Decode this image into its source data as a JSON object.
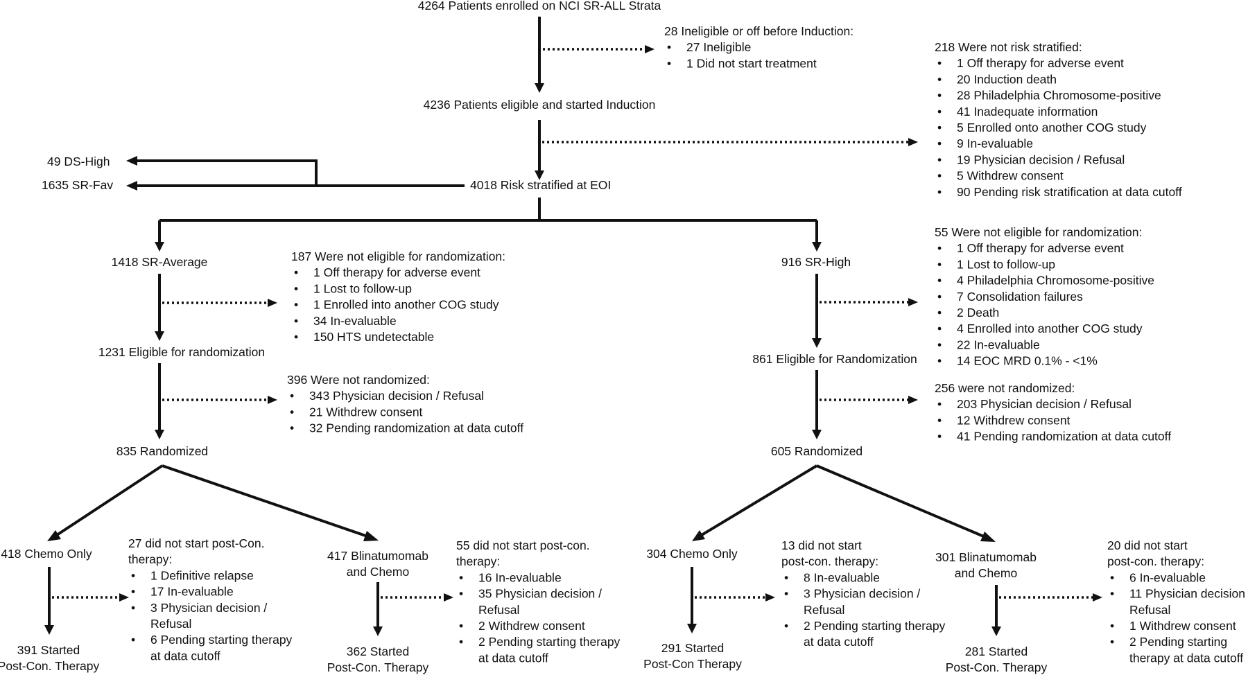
{
  "enrolled": "4264 Patients enrolled on NCI SR-ALL Strata",
  "ineligible_box": {
    "title": "28 Ineligible or off before Induction:",
    "items": [
      "27 Ineligible",
      "1 Did not start treatment"
    ]
  },
  "eligible_induction": "4236 Patients eligible and started Induction",
  "not_stratified_box": {
    "title": "218 Were not risk stratified:",
    "items": [
      "1 Off therapy for adverse event",
      "20 Induction death",
      "28 Philadelphia Chromosome-positive",
      "41 Inadequate information",
      "5 Enrolled onto another COG study",
      "9 In-evaluable",
      "19 Physician decision / Refusal",
      "5 Withdrew consent",
      "90 Pending risk stratification at data cutoff"
    ]
  },
  "ds_high": "49 DS-High",
  "sr_fav": "1635 SR-Fav",
  "risk_stratified": "4018 Risk stratified at EOI",
  "left_arm": {
    "sr_average": "1418 SR-Average",
    "not_eligible_box": {
      "title": "187 Were not eligible for randomization:",
      "items": [
        "1 Off therapy for adverse event",
        "1 Lost to follow-up",
        "1 Enrolled into another COG study",
        "34 In-evaluable",
        "150 HTS undetectable"
      ]
    },
    "eligible": "1231 Eligible for randomization",
    "not_randomized_box": {
      "title": "396 Were not randomized:",
      "items": [
        "343 Physician decision / Refusal",
        "21 Withdrew consent",
        "32 Pending randomization at data cutoff"
      ]
    },
    "randomized": "835 Randomized",
    "chemo_only": "418 Chemo Only",
    "chemo_not_started": {
      "title_lines": [
        "27 did not start post-Con.",
        "therapy:"
      ],
      "items": [
        [
          "1 Definitive relapse"
        ],
        [
          "17 In-evaluable"
        ],
        [
          "3 Physician decision /",
          "Refusal"
        ],
        [
          "6 Pending starting therapy",
          "at data cutoff"
        ]
      ]
    },
    "chemo_started": [
      "391 Started",
      "Post-Con. Therapy"
    ],
    "blina": [
      "417 Blinatumomab",
      "and Chemo"
    ],
    "blina_not_started": {
      "title_lines": [
        "55 did not start post-con.",
        "therapy:"
      ],
      "items": [
        [
          "16 In-evaluable"
        ],
        [
          "35 Physician decision /",
          "Refusal"
        ],
        [
          "2 Withdrew consent"
        ],
        [
          "2 Pending starting therapy",
          "at data cutoff"
        ]
      ]
    },
    "blina_started": [
      "362 Started",
      "Post-Con. Therapy"
    ]
  },
  "right_arm": {
    "sr_high": "916 SR-High",
    "not_eligible_box": {
      "title": "55 Were not eligible for randomization:",
      "items": [
        "1 Off therapy for adverse event",
        "1 Lost to follow-up",
        "4 Philadelphia Chromosome-positive",
        "7 Consolidation failures",
        "2 Death",
        "4 Enrolled into another COG study",
        "22 In-evaluable",
        "14 EOC MRD 0.1% - <1%"
      ]
    },
    "eligible": "861 Eligible for Randomization",
    "not_randomized_box": {
      "title": "256 were not randomized:",
      "items": [
        "203 Physician decision / Refusal",
        "12 Withdrew consent",
        "41 Pending randomization at data cutoff"
      ]
    },
    "randomized": "605 Randomized",
    "chemo_only": "304 Chemo Only",
    "chemo_not_started": {
      "title_lines": [
        "13 did not start",
        "post-con. therapy:"
      ],
      "items": [
        [
          "8 In-evaluable"
        ],
        [
          "3 Physician decision /",
          "Refusal"
        ],
        [
          "2 Pending starting therapy",
          "at data cutoff"
        ]
      ]
    },
    "chemo_started": [
      "291 Started",
      "Post-Con Therapy"
    ],
    "blina": [
      "301 Blinatumomab",
      "and Chemo"
    ],
    "blina_not_started": {
      "title_lines": [
        "20 did not start",
        "post-con. therapy:"
      ],
      "items": [
        [
          "6 In-evaluable"
        ],
        [
          "11 Physician decision /",
          "Refusal"
        ],
        [
          "1 Withdrew consent"
        ],
        [
          "2 Pending starting",
          "therapy at data cutoff"
        ]
      ]
    },
    "blina_started": [
      "281 Started",
      "Post-Con. Therapy"
    ]
  }
}
